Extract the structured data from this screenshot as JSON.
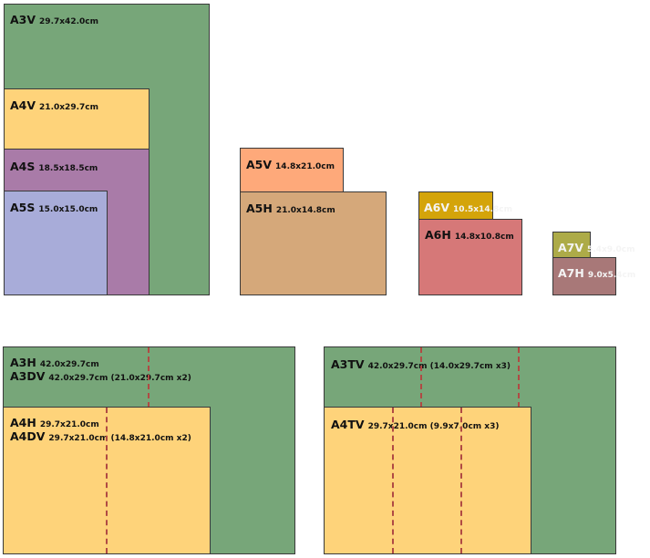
{
  "colors": {
    "green": "#77a679",
    "yellow": "#fed37a",
    "purple": "#a97ba8",
    "lavender": "#a8acd9",
    "salmon": "#fea97a",
    "tan": "#d5a87a",
    "mustard": "#d4a40a",
    "rose": "#d67878",
    "olive": "#adab48",
    "mauve": "#a87878",
    "cutline": "#b04a44"
  },
  "papers": {
    "a3v": {
      "name": "A3V",
      "size": "29.7x42.0cm"
    },
    "a4v": {
      "name": "A4V",
      "size": "21.0x29.7cm"
    },
    "a4s": {
      "name": "A4S",
      "size": "18.5x18.5cm"
    },
    "a5s": {
      "name": "A5S",
      "size": "15.0x15.0cm"
    },
    "a5v": {
      "name": "A5V",
      "size": "14.8x21.0cm"
    },
    "a5h": {
      "name": "A5H",
      "size": "21.0x14.8cm"
    },
    "a6v": {
      "name": "A6V",
      "size": "10.5x14.8cm"
    },
    "a6h": {
      "name": "A6H",
      "size": "14.8x10.8cm"
    },
    "a7v": {
      "name": "A7V",
      "size": "5.4x9.0cm"
    },
    "a7h": {
      "name": "A7H",
      "size": "9.0x5.4cm"
    },
    "a3h": {
      "name": "A3H",
      "size": "42.0x29.7cm"
    },
    "a3dv": {
      "name": "A3DV",
      "size": "42.0x29.7cm (21.0x29.7cm  x2)"
    },
    "a4h": {
      "name": "A4H",
      "size": "29.7x21.0cm"
    },
    "a4dv": {
      "name": "A4DV",
      "size": "29.7x21.0cm (14.8x21.0cm  x2)"
    },
    "a3tv": {
      "name": "A3TV",
      "size": "42.0x29.7cm (14.0x29.7cm  x3)"
    },
    "a4tv": {
      "name": "A4TV",
      "size": "29.7x21.0cm (9.9x7.0cm  x3)"
    }
  }
}
